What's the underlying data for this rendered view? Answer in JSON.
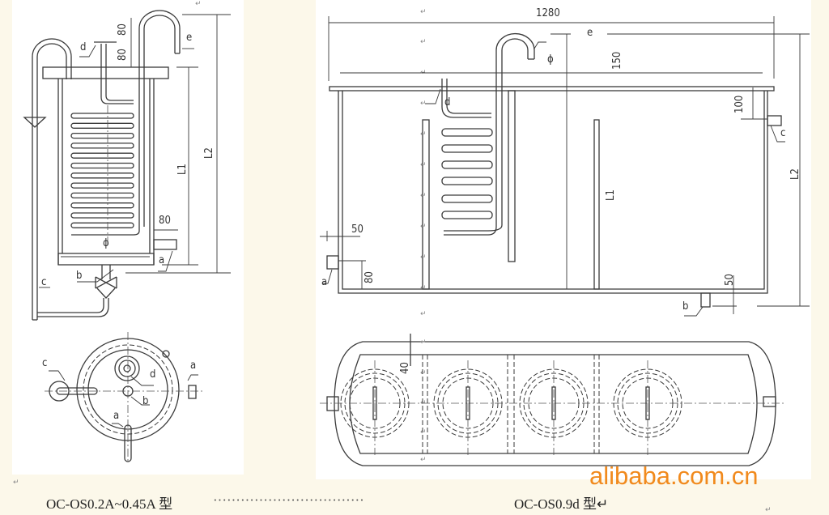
{
  "labels": {
    "d": "d",
    "e": "e",
    "a": "a",
    "b": "b",
    "c": "c",
    "phi": "ϕ",
    "L1": "L1",
    "L2": "L2",
    "dim_80": "80",
    "dim_50": "50",
    "dim_100": "100",
    "dim_150": "150",
    "dim_40": "40",
    "dim_1280": "1280"
  },
  "return_mark": "↵",
  "captions": {
    "left": "OC-OS0.2A~0.45A 型",
    "leader": "·································",
    "right": "OC-OS0.9d 型↵"
  },
  "watermark": "alibaba.com.cn",
  "colors": {
    "watermark": "#f18a1d",
    "background": "#fcf8ea"
  }
}
